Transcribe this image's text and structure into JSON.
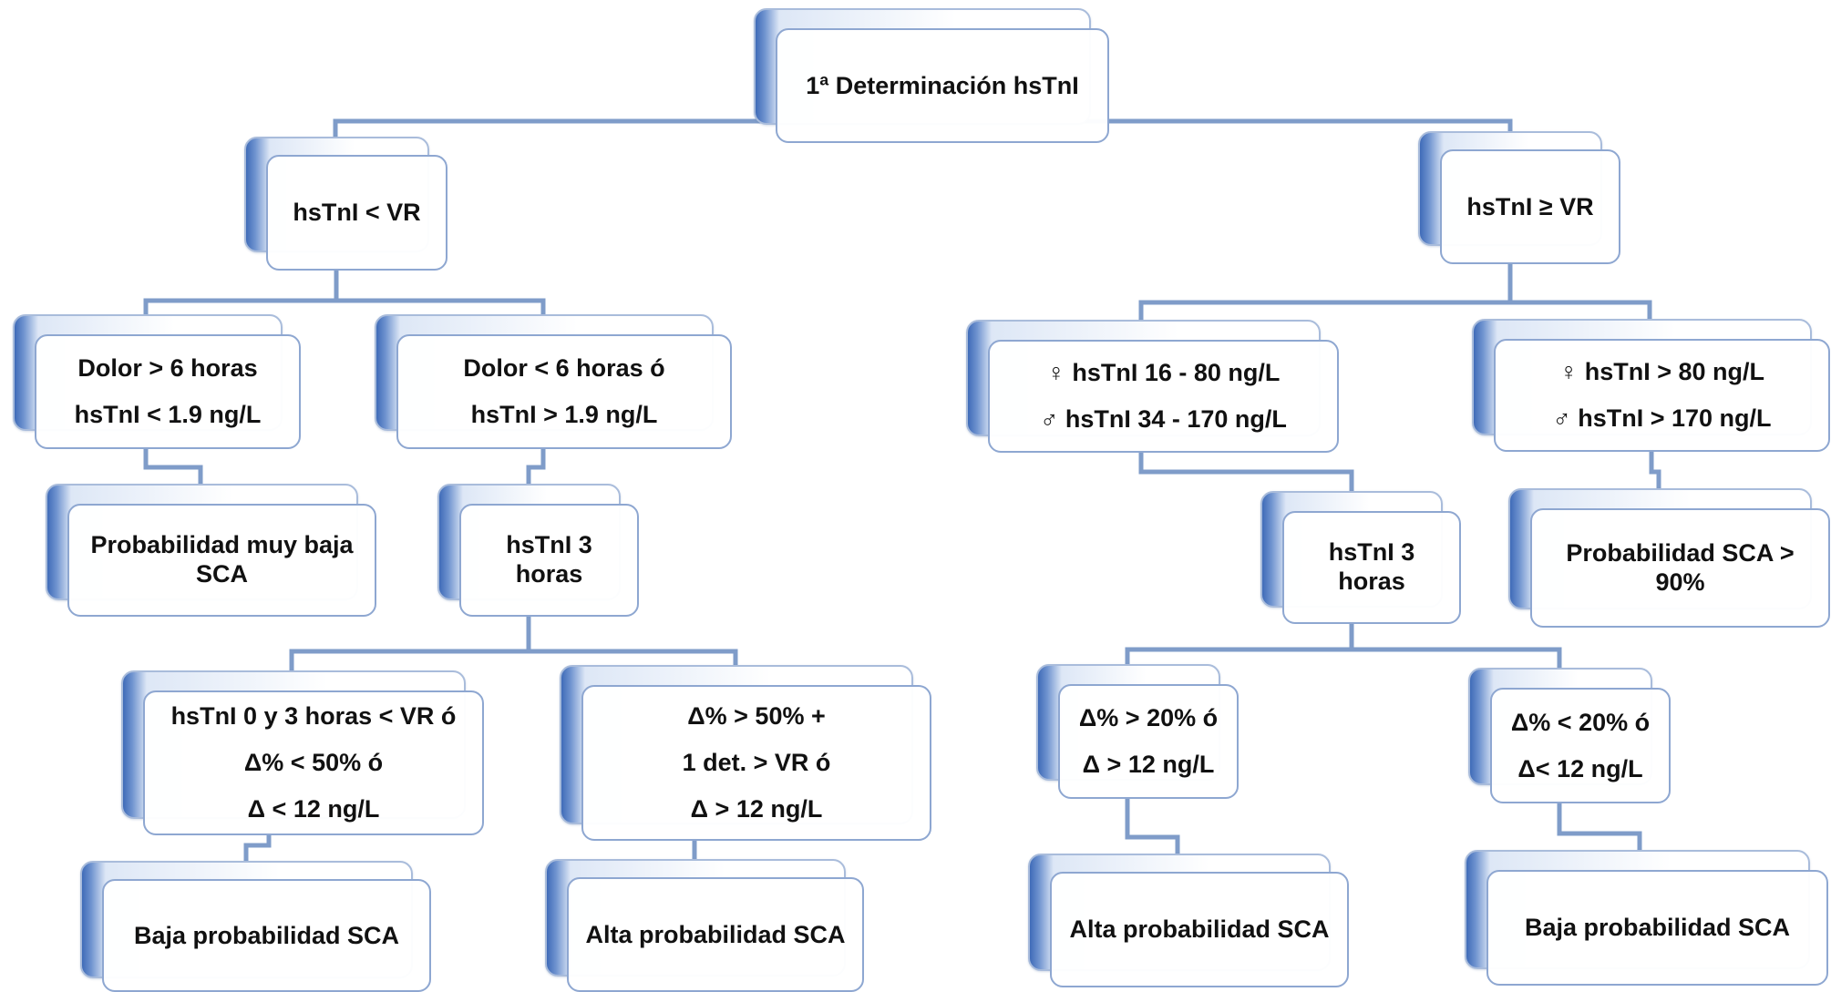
{
  "diagram": {
    "root": {
      "lines": [
        "1ª Determinación hsTnI"
      ]
    },
    "left": {
      "lines": [
        "hsTnI < VR"
      ],
      "branch_a": {
        "lines": [
          "Dolor > 6 horas",
          "hsTnI < 1.9 ng/L"
        ]
      },
      "branch_a_result": {
        "lines": [
          "Probabilidad muy baja SCA"
        ]
      },
      "branch_b": {
        "lines": [
          "Dolor < 6 horas ó",
          "hsTnI > 1.9 ng/L"
        ]
      },
      "branch_b_3h": {
        "lines": [
          "hsTnI 3 horas"
        ]
      },
      "low_change": {
        "lines": [
          "hsTnI 0 y 3 horas < VR ó",
          "Δ% < 50% ó",
          "Δ < 12 ng/L"
        ]
      },
      "low_result": {
        "lines": [
          "Baja probabilidad SCA"
        ]
      },
      "high_change": {
        "lines": [
          "Δ% > 50% +",
          "1 det. > VR ó",
          "Δ > 12 ng/L"
        ]
      },
      "high_result": {
        "lines": [
          "Alta probabilidad SCA"
        ]
      }
    },
    "right": {
      "lines": [
        "hsTnI ≥ VR"
      ],
      "branch_a": {
        "lines": [
          "♀ hsTnI 16 - 80 ng/L",
          "♂ hsTnI 34 - 170 ng/L"
        ]
      },
      "branch_a_3h": {
        "lines": [
          "hsTnI 3 horas"
        ]
      },
      "high_change": {
        "lines": [
          "Δ% > 20% ó",
          "Δ > 12 ng/L"
        ]
      },
      "high_result": {
        "lines": [
          "Alta probabilidad SCA"
        ]
      },
      "low_change": {
        "lines": [
          "Δ% < 20% ó",
          "Δ< 12 ng/L"
        ]
      },
      "low_result": {
        "lines": [
          "Baja probabilidad SCA"
        ]
      },
      "branch_b": {
        "lines": [
          "♀ hsTnI > 80 ng/L",
          "♂ hsTnI > 170 ng/L"
        ]
      },
      "branch_b_result": {
        "lines": [
          "Probabilidad SCA > 90%"
        ]
      }
    }
  },
  "colors": {
    "connector": "#7f9cc9",
    "box_border": "#8ea7d1",
    "accent": "#3f6bb8"
  }
}
